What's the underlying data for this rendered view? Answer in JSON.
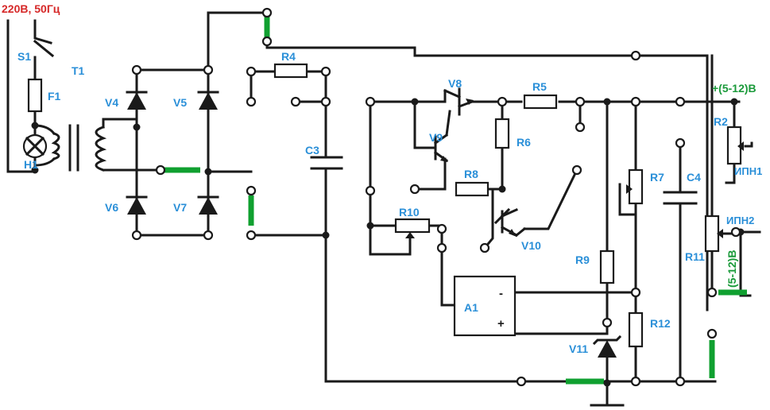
{
  "labels": {
    "mains": "220В, 50Гц",
    "s1": "S1",
    "t1": "T1",
    "f1": "F1",
    "h1": "H1",
    "v4": "V4",
    "v5": "V5",
    "v6": "V6",
    "v7": "V7",
    "r4": "R4",
    "c3": "C3",
    "v8": "V8",
    "v9": "V9",
    "r5": "R5",
    "r6": "R6",
    "r8": "R8",
    "r10": "R10",
    "v10": "V10",
    "r9": "R9",
    "a1": "A1",
    "a1_minus": "-",
    "a1_plus": "+",
    "v11": "V11",
    "r7": "R7",
    "r12": "R12",
    "c4": "C4",
    "r2": "R2",
    "ipn1": "ИПН1",
    "r11": "R11",
    "ipn2": "ИПН2",
    "out_top": "+(5-12)В",
    "out_side": "(5-12)В"
  },
  "colors": {
    "wire": "#1a1a1a",
    "jumper": "#10a030",
    "label": "#2a8fd8",
    "mains": "#d62828",
    "voltage": "#1a9a3a"
  }
}
